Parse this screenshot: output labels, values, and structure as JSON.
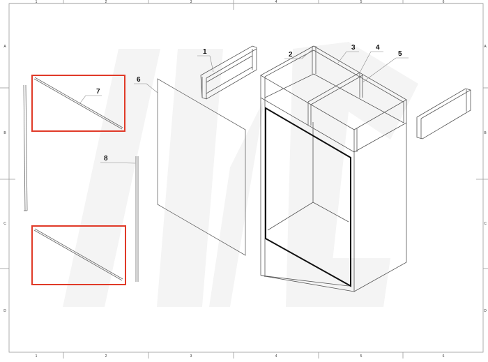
{
  "drawing": {
    "type": "exploded assembly drawing",
    "frame": {
      "columns": [
        "1",
        "2",
        "3",
        "4",
        "5",
        "6"
      ],
      "rows": [
        "A",
        "B",
        "C",
        "D"
      ]
    },
    "callouts": [
      {
        "id": "1",
        "label": "1",
        "part": "side top frame (detached)"
      },
      {
        "id": "2",
        "label": "2",
        "part": "rear corner post"
      },
      {
        "id": "3",
        "label": "3",
        "part": "top side rail"
      },
      {
        "id": "4",
        "label": "4",
        "part": "middle post"
      },
      {
        "id": "5",
        "label": "5",
        "part": "top cross rail"
      },
      {
        "id": "6",
        "label": "6",
        "part": "side panel"
      },
      {
        "id": "7",
        "label": "7",
        "part": "diagonal trim strip"
      },
      {
        "id": "8",
        "label": "8",
        "part": "vertical trim strip"
      }
    ],
    "highlights": [
      {
        "id": "highlight-top",
        "color": "#e03a28",
        "contains": "7"
      },
      {
        "id": "highlight-bottom",
        "color": "#e03a28",
        "contains": "7 (second strip)"
      }
    ],
    "colors": {
      "line": "#555555",
      "frame": "#999999",
      "highlight": "#e03a28",
      "watermark": "#f3f3f3"
    }
  }
}
